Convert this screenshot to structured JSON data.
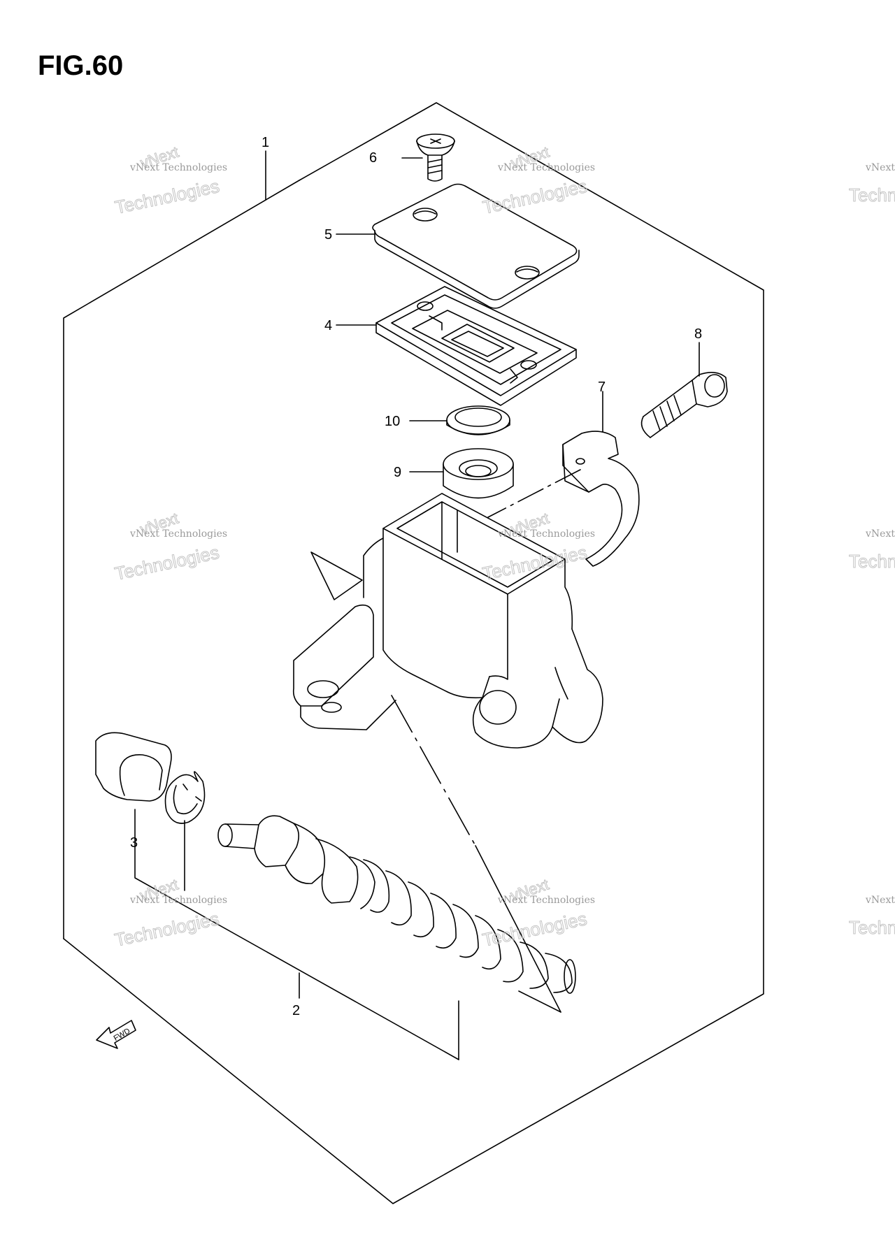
{
  "figure": {
    "title": "FIG.60"
  },
  "callouts": [
    {
      "id": "1",
      "label": "1"
    },
    {
      "id": "2",
      "label": "2"
    },
    {
      "id": "3",
      "label": "3"
    },
    {
      "id": "4",
      "label": "4"
    },
    {
      "id": "5",
      "label": "5"
    },
    {
      "id": "6",
      "label": "6"
    },
    {
      "id": "7",
      "label": "7"
    },
    {
      "id": "8",
      "label": "8"
    },
    {
      "id": "9",
      "label": "9"
    },
    {
      "id": "10",
      "label": "10"
    }
  ],
  "fwd_label": "FWD",
  "watermark": {
    "line1": "vNext Technologies",
    "line2": "vNext",
    "line3": "Technologies"
  },
  "colors": {
    "line": "#000000",
    "watermark": "#c4c4c4"
  }
}
